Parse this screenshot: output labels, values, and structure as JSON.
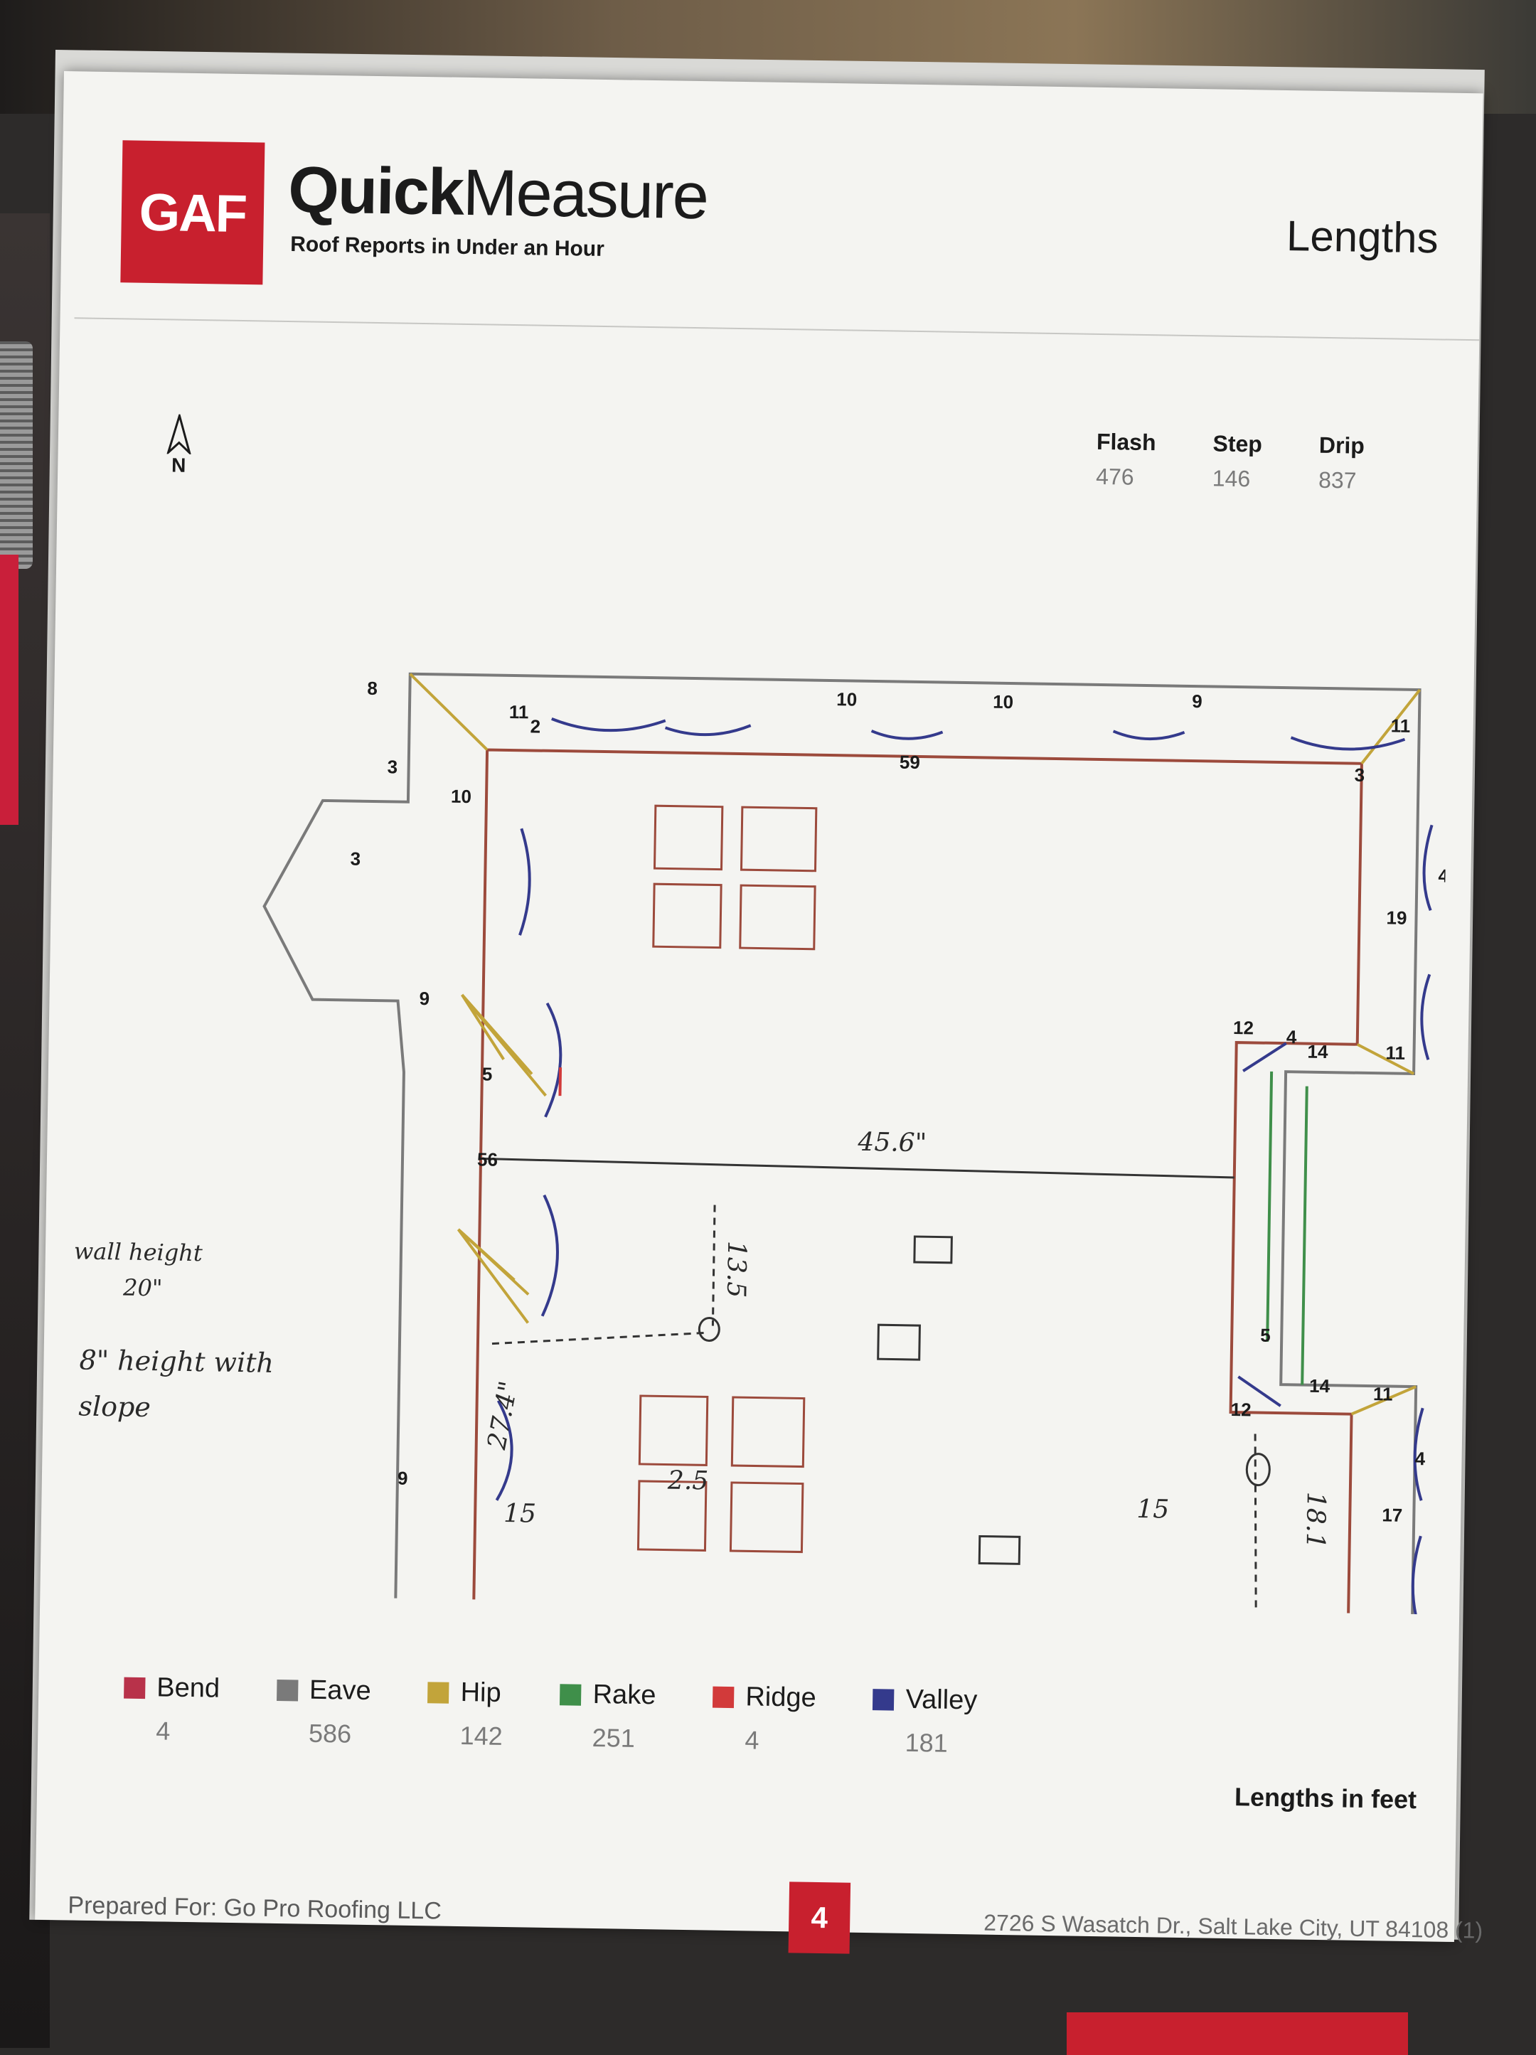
{
  "header": {
    "logo_text": "GAF",
    "brand_bold": "Quick",
    "brand_light": "Measure",
    "tagline": "Roof Reports in Under an Hour",
    "page_title": "Lengths"
  },
  "compass": {
    "label": "N"
  },
  "summary": [
    {
      "label": "Flash",
      "value": "476"
    },
    {
      "label": "Step",
      "value": "146"
    },
    {
      "label": "Drip",
      "value": "837"
    }
  ],
  "diagram": {
    "labels": [
      "59",
      "59",
      "56",
      "19",
      "17",
      "14",
      "14",
      "12",
      "12",
      "12",
      "11",
      "11",
      "11",
      "11",
      "11",
      "10",
      "10",
      "10",
      "10",
      "10",
      "9",
      "9",
      "9",
      "9",
      "9",
      "8",
      "5",
      "5",
      "5",
      "4",
      "4",
      "4",
      "3",
      "3",
      "3",
      "2",
      "2"
    ],
    "handwritten": [
      "45.6\"",
      "13.5",
      "27.4\"",
      "18.1",
      "15",
      "15",
      "2.5"
    ],
    "colors": {
      "bend": "#b8324a",
      "eave": "#7a7a7a",
      "hip": "#c2a43a",
      "rake": "#3f8f4a",
      "ridge": "#d23a3a",
      "valley": "#343a8c",
      "skylight": "#9c4a3c"
    }
  },
  "annotations": {
    "wall_1": "wall height",
    "wall_2": "20\"",
    "height_1": "8\" height with",
    "height_2": "slope"
  },
  "legend": [
    {
      "name": "Bend",
      "value": "4",
      "color": "#b8324a"
    },
    {
      "name": "Eave",
      "value": "586",
      "color": "#7a7a7a"
    },
    {
      "name": "Hip",
      "value": "142",
      "color": "#c2a43a"
    },
    {
      "name": "Rake",
      "value": "251",
      "color": "#3f8f4a"
    },
    {
      "name": "Ridge",
      "value": "4",
      "color": "#d23a3a"
    },
    {
      "name": "Valley",
      "value": "181",
      "color": "#343a8c"
    }
  ],
  "footer": {
    "units_note": "Lengths in feet",
    "prepared_for": "Prepared For: Go Pro Roofing LLC",
    "page_number": "4",
    "address": "2726 S Wasatch Dr., Salt Lake City, UT 84108 (1)"
  }
}
